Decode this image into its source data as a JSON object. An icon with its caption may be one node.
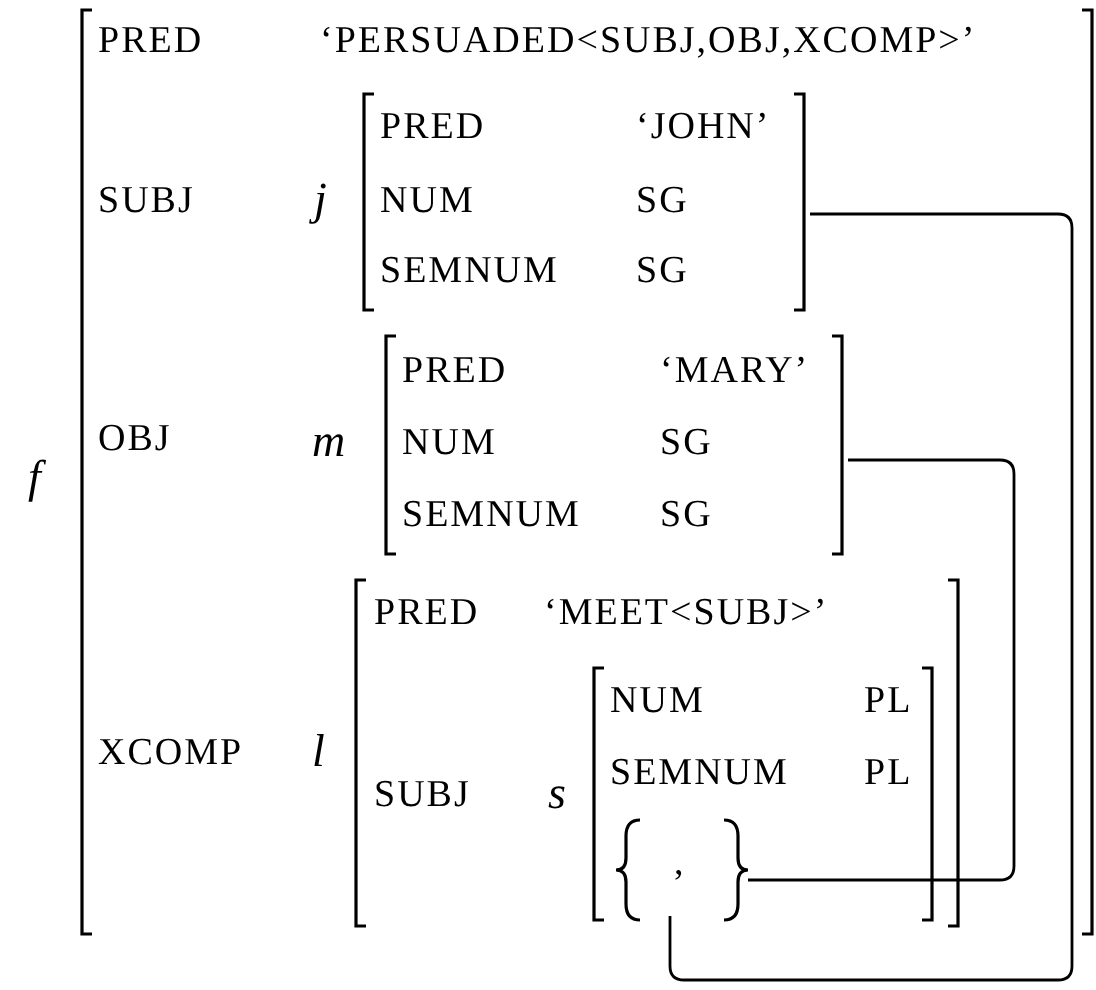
{
  "diagram": {
    "nodes": [
      {
        "text": [
          "PRED",
          "‘PERSUADED<SUBJ,OBJ,XCOMP>’",
          "SUBJ",
          "OBJ",
          "XCOMP"
        ],
        "beside": [
          "f"
        ]
      },
      {
        "text": [
          "PRED",
          "‘JOHN’",
          "NUM",
          "SG",
          "SEMNUM",
          "SG"
        ],
        "beside": [
          "j"
        ],
        "in": 0
      },
      {
        "text": [
          "PRED",
          "‘MARY’",
          "NUM",
          "SG",
          "SEMNUM",
          "SG"
        ],
        "beside": [
          "m"
        ],
        "in": 0
      },
      {
        "text": [
          "PRED",
          "‘MEET<SUBJ>’",
          "SUBJ"
        ],
        "beside": [
          "l"
        ],
        "in": 0
      },
      {
        "text": [
          "NUM",
          "PL",
          "SEMNUM",
          "PL"
        ],
        "beside": [
          "s"
        ],
        "in": 3
      },
      {
        "text": [
          ","
        ],
        "in": 4
      }
    ],
    "edges": [
      {
        "from": 1,
        "to": 5,
        "arrow": "none"
      },
      {
        "from": 2,
        "to": 5,
        "arrow": "none"
      }
    ]
  }
}
